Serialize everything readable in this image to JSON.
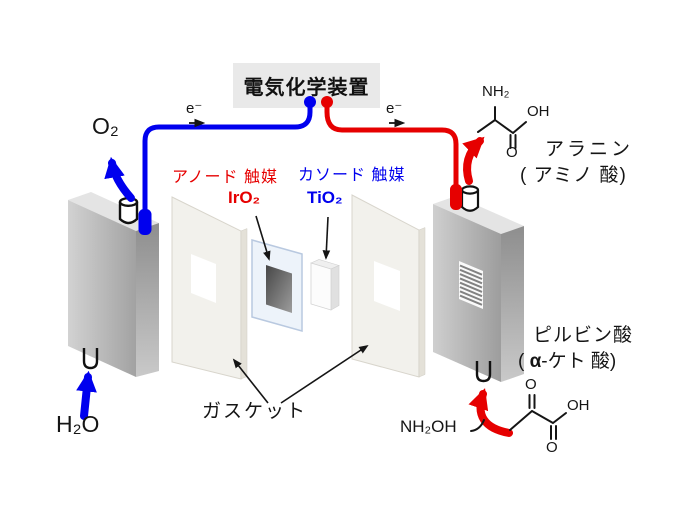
{
  "colors": {
    "blue_accent": "#0000ee",
    "red_accent": "#e60000",
    "device_box_bg": "#e9e9e9",
    "cell_gray": "#b5b5b5",
    "gasket_offwhite": "#f2f1ec",
    "membrane_blue_white": "#edf3fa",
    "iro2_dark": "#4a4a4a"
  },
  "device": {
    "title": "電気化学装置"
  },
  "circuit": {
    "electron_left": "e⁻",
    "electron_right": "e⁻"
  },
  "anode": {
    "label": "アノード 触媒",
    "catalyst": "IrO₂"
  },
  "cathode": {
    "label": "カソード 触媒",
    "catalyst": "TiO₂"
  },
  "gasket": {
    "label": "ガスケット"
  },
  "left_flow": {
    "oxygen": "O₂",
    "water": "H₂O"
  },
  "product": {
    "name": "アラニン",
    "subtitle": "( アミノ 酸)",
    "structure": {
      "nh2": "NH₂",
      "oh": "OH",
      "o": "O"
    }
  },
  "reactant": {
    "name": "ピルビン酸",
    "subtitle_open": "( ",
    "subtitle_alpha": "α",
    "subtitle_rest": "-ケト 酸)",
    "amine": "NH₂OH",
    "structure": {
      "o_top": "O",
      "oh": "OH",
      "o_bottom": "O"
    }
  }
}
